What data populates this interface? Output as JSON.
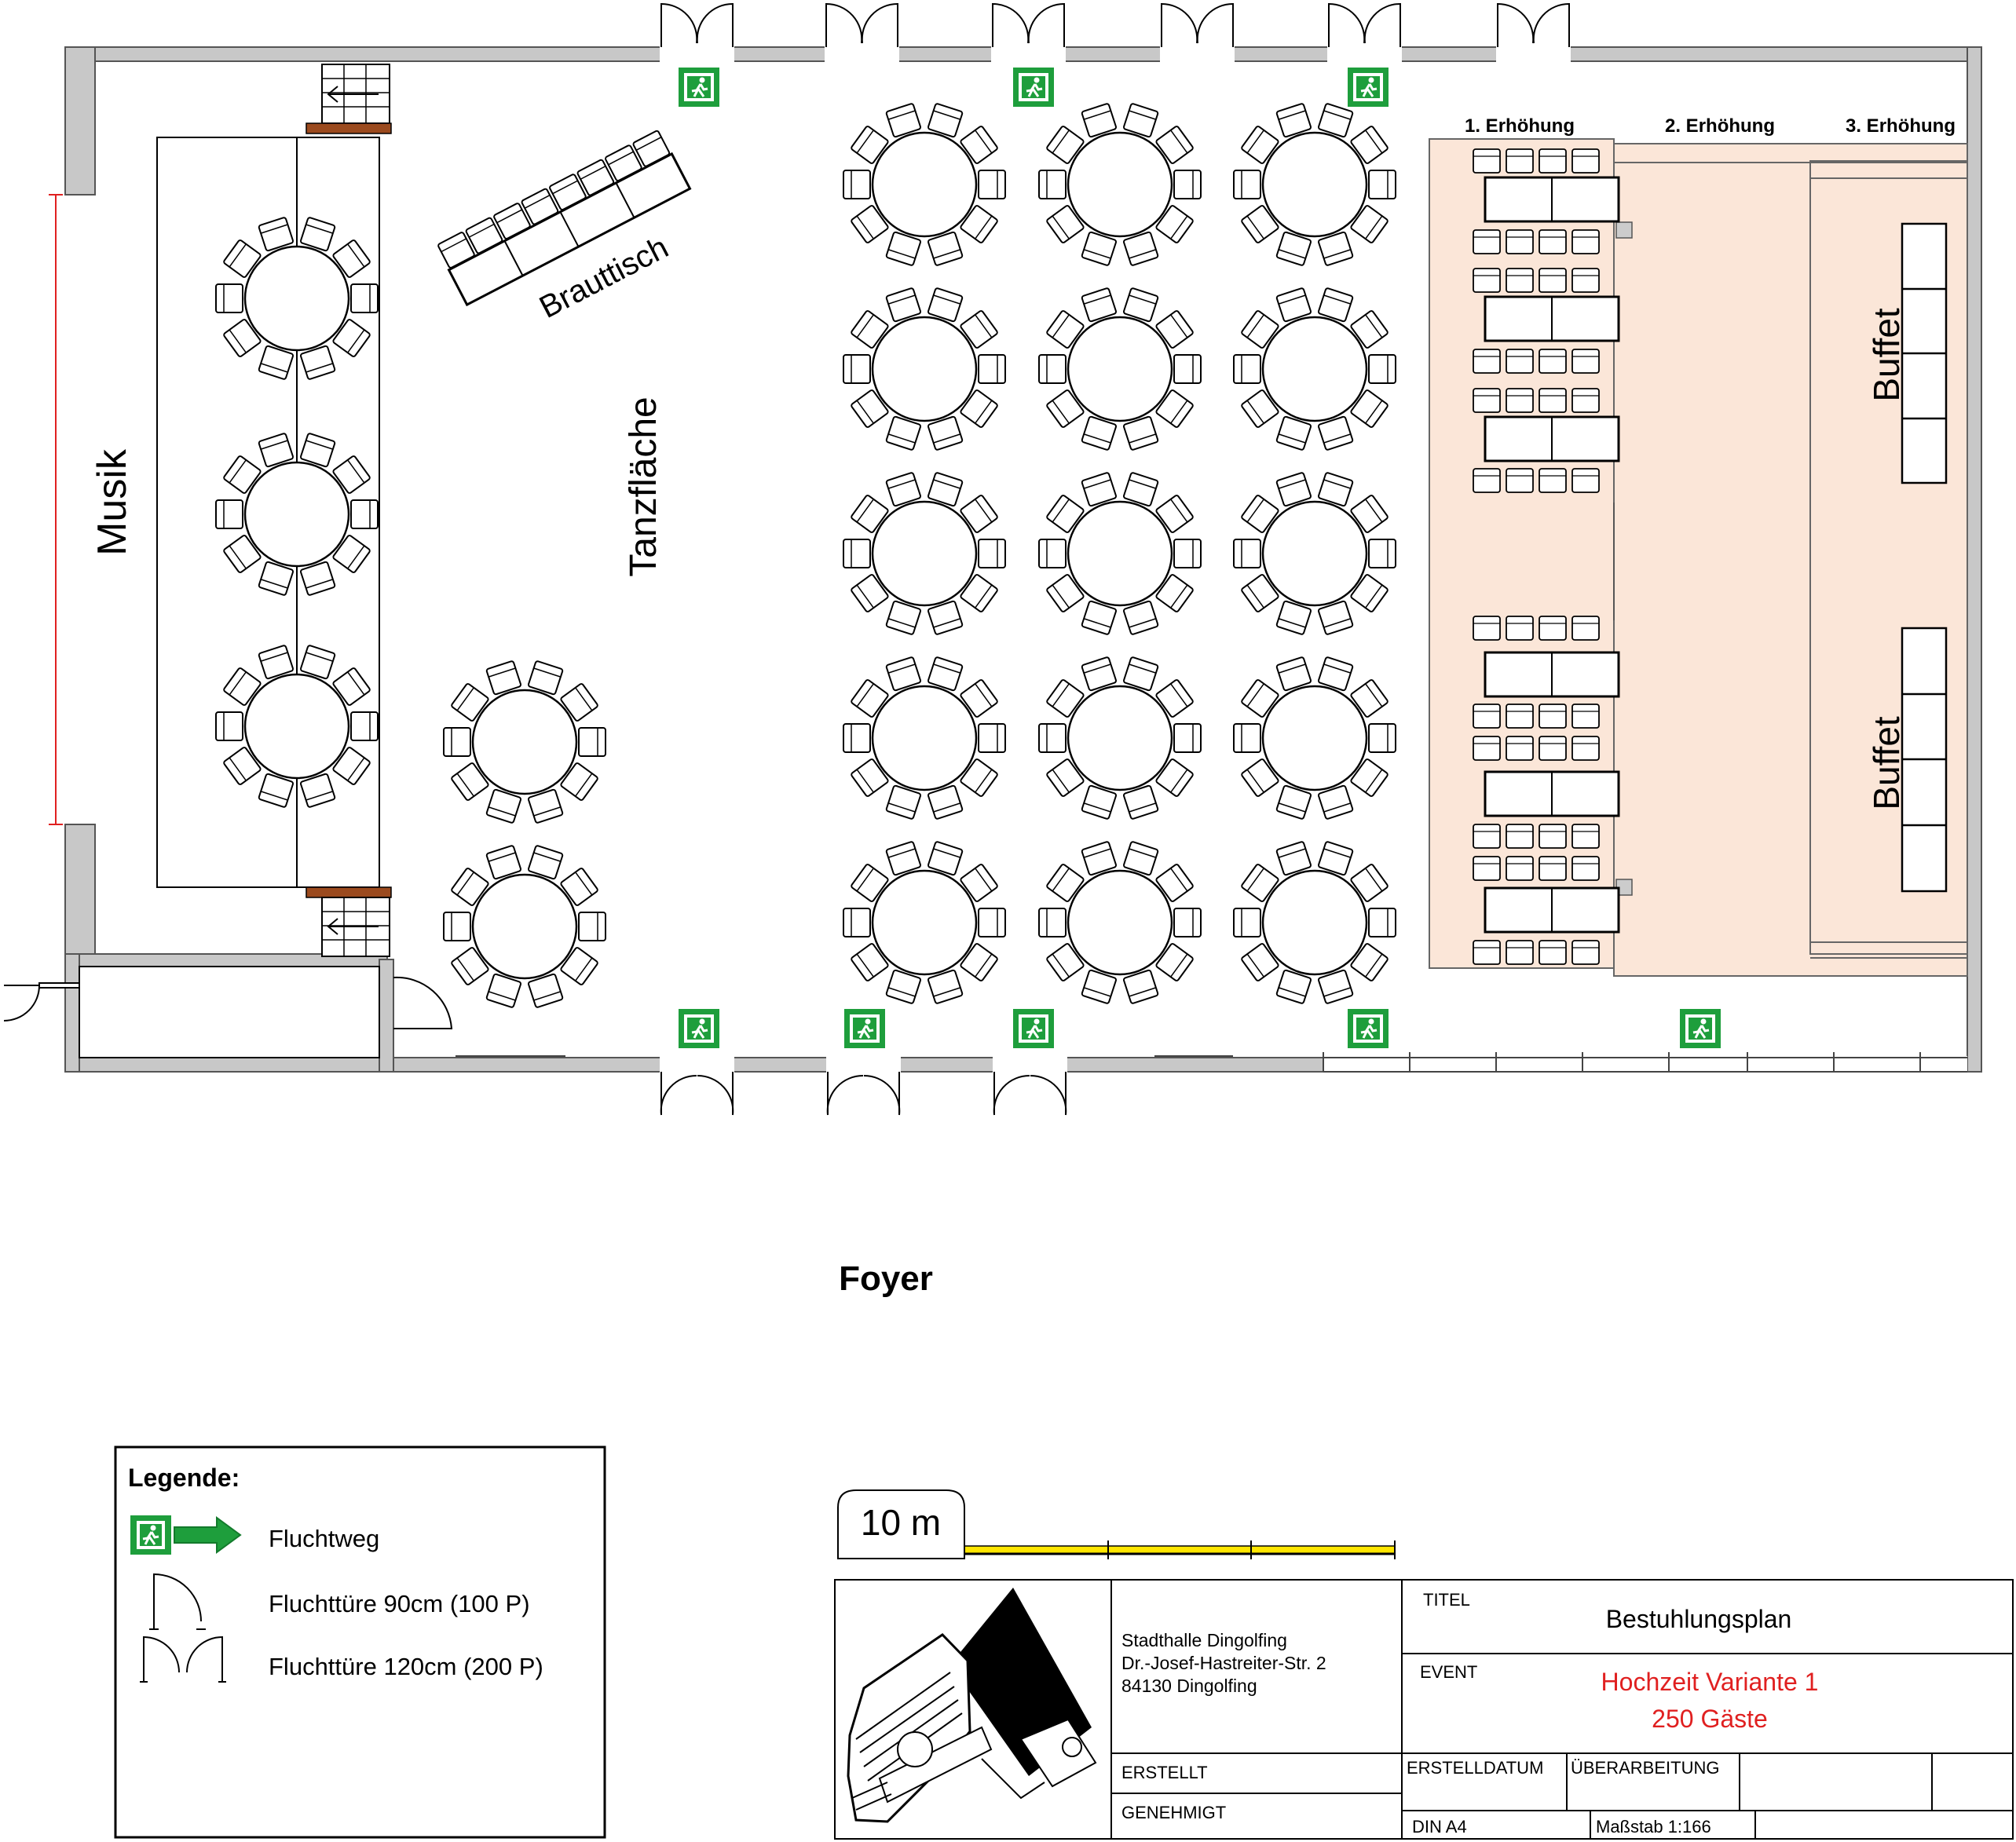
{
  "plan": {
    "music_label": "Musik",
    "dance_floor_label": "Tanzfläche",
    "bridal_table_label": "Brauttisch",
    "stage_levels": [
      "1. Erhöhung",
      "2. Erhöhung",
      "3. Erhöhung"
    ],
    "buffet_labels": [
      "Buffet",
      "Buffet"
    ],
    "foyer_label": "Foyer"
  },
  "legend": {
    "title": "Legende:",
    "items": [
      {
        "icon": "exit-sign-arrow-icon",
        "label": "Fluchtweg"
      },
      {
        "icon": "single-door-icon",
        "label": "Fluchttüre 90cm (100 P)"
      },
      {
        "icon": "double-door-icon",
        "label": "Fluchttüre 120cm (200 P)"
      }
    ]
  },
  "scale_bar": {
    "label": "10 m"
  },
  "title_block": {
    "address_lines": [
      "Stadthalle Dingolfing",
      "Dr.-Josef-Hastreiter-Str. 2",
      "84130 Dingolfing"
    ],
    "titel_caption": "TITEL",
    "titel_value": "Bestuhlungsplan",
    "event_caption": "EVENT",
    "event_lines": [
      "Hochzeit Variante 1",
      "250 Gäste"
    ],
    "erstellt_label": "ERSTELLT",
    "genehmigt_label": "GENEHMIGT",
    "erstelldatum_label": "ERSTELLDATUM",
    "ueberarbeitung_label": "ÜBERARBEITUNG",
    "format_label": "DIN A4",
    "massstab_label": "Maßstab 1:166"
  },
  "colors": {
    "wall": "#c8c8c8",
    "stage": "#fbe6d8",
    "stair_landing": "#9b4a1e",
    "exit_green": "#1e9e3c",
    "scale_yellow": "#ffe600",
    "event_red": "#e02020",
    "music_line": "#e02020"
  }
}
